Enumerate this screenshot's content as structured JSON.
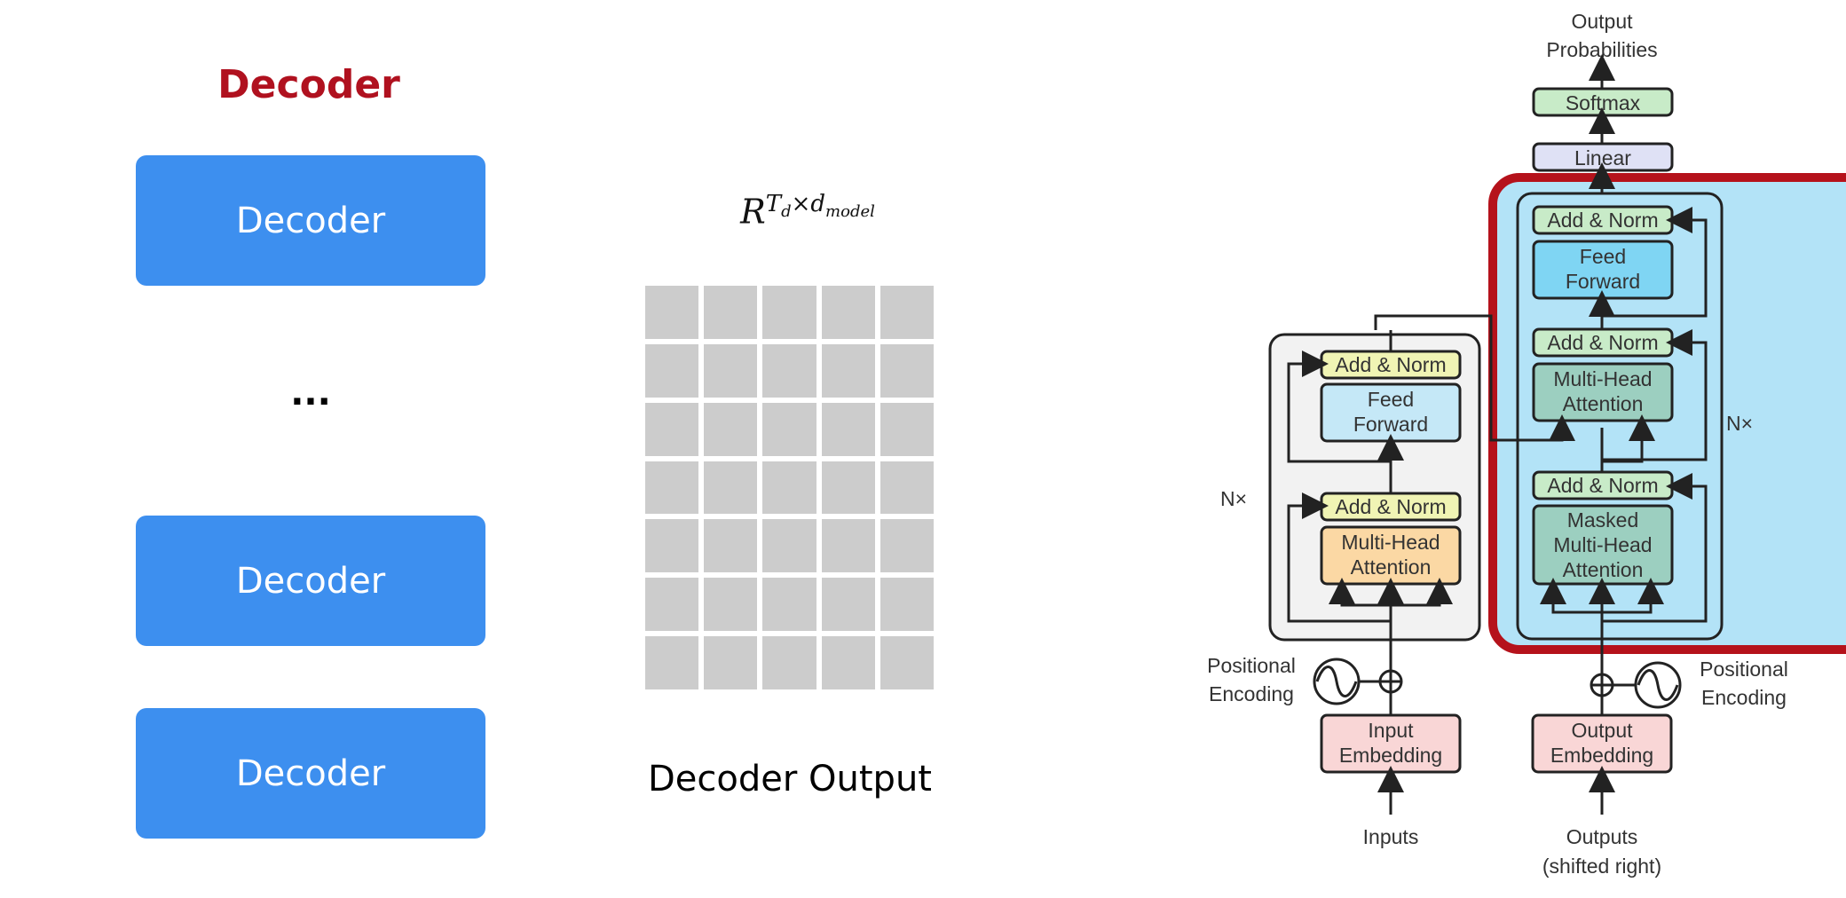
{
  "left_panel": {
    "title": "Decoder",
    "decoder_labels": [
      "Decoder",
      "Decoder",
      "Decoder"
    ],
    "ellipsis": "..."
  },
  "middle_panel": {
    "formula": {
      "base": "R",
      "sup_T": "T",
      "sup_d": "d",
      "times": "×",
      "sup_dm": "d",
      "sub_model": "model"
    },
    "grid": {
      "rows": 7,
      "cols": 5
    },
    "label": "Decoder Output"
  },
  "transformer": {
    "output_probabilities": [
      "Output",
      "Probabilities"
    ],
    "softmax": "Softmax",
    "linear": "Linear",
    "add_norm": "Add & Norm",
    "feed_forward": [
      "Feed",
      "Forward"
    ],
    "multi_head_attention": [
      "Multi-Head",
      "Attention"
    ],
    "masked_multi_head_attention": [
      "Masked",
      "Multi-Head",
      "Attention"
    ],
    "nx": "N×",
    "positional_encoding": [
      "Positional",
      "Encoding"
    ],
    "input_embedding": [
      "Input",
      "Embedding"
    ],
    "output_embedding": [
      "Output",
      "Embedding"
    ],
    "inputs": "Inputs",
    "outputs": [
      "Outputs",
      "(shifted right)"
    ]
  },
  "colors": {
    "title_red": "#b0111f",
    "decoder_blue": "#3d8fef",
    "grid_gray": "#cccccc",
    "highlight_red": "#b5121b",
    "highlight_fill": "#b3e3f7",
    "add_norm_fill": "#f0f4b4",
    "feed_forward_fill": "#c5e8f7",
    "attention_fill": "#fbd8a4",
    "embedding_fill": "#f9d6d6",
    "linear_fill": "#dfe1f5",
    "softmax_fill": "#c8ebc8"
  }
}
